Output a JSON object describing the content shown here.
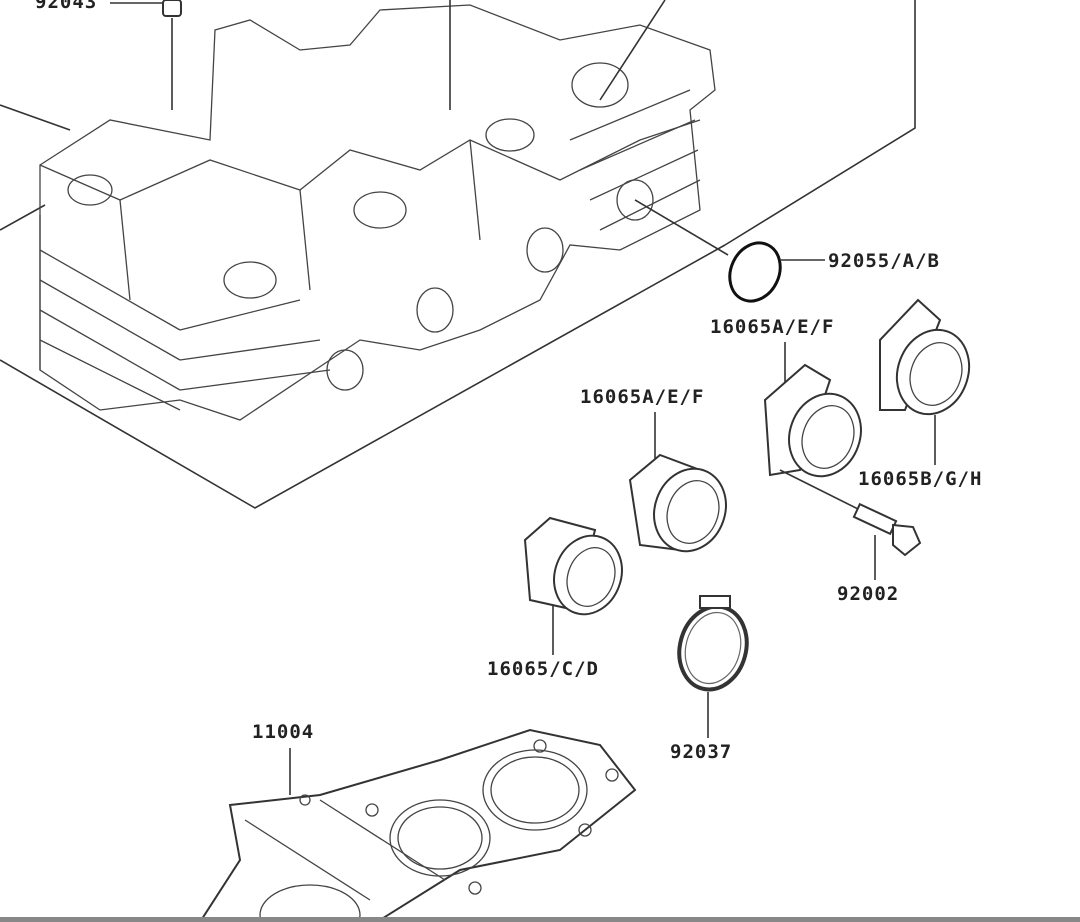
{
  "diagram": {
    "labels": {
      "p92043": "92043",
      "p92055": "92055/A/B",
      "p16065aef_1": "16065A/E/F",
      "p16065aef_2": "16065A/E/F",
      "p16065bgh": "16065B/G/H",
      "p92002": "92002",
      "p16065cd": "16065/C/D",
      "p92037": "92037",
      "p11004": "11004"
    }
  }
}
